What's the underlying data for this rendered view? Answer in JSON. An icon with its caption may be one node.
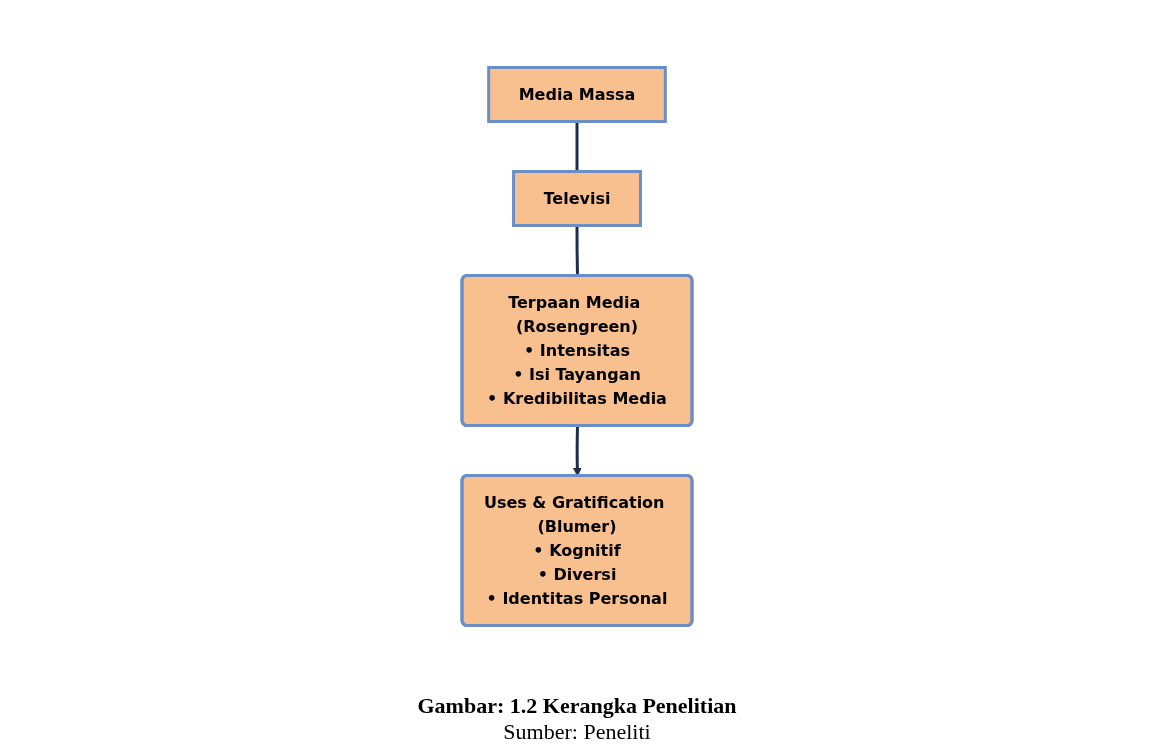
{
  "diagram": {
    "caption": "Gambar: 1.2 Kerangka Penelitian",
    "nodes": [
      {
        "text": [
          "Media Massa"
        ]
      },
      {
        "text": [
          "Televisi"
        ]
      },
      {
        "text": [
          "Terpaan Media (Rosengreen)",
          "• Intensitas",
          "• Isi Tayangan",
          "• Kredibilitas Media"
        ]
      },
      {
        "text": [
          "Uses & Gratification (Blumer)",
          "• Kognitif",
          "• Diversi",
          "• Identitas Personal"
        ]
      }
    ],
    "edges": [
      {
        "from": 0,
        "to": 1,
        "arrow": "none"
      },
      {
        "from": 1,
        "to": 2,
        "arrow": "none"
      },
      {
        "from": 2,
        "to": 3,
        "arrow": "to"
      }
    ],
    "labels": [
      "Sumber: Peneliti"
    ]
  }
}
